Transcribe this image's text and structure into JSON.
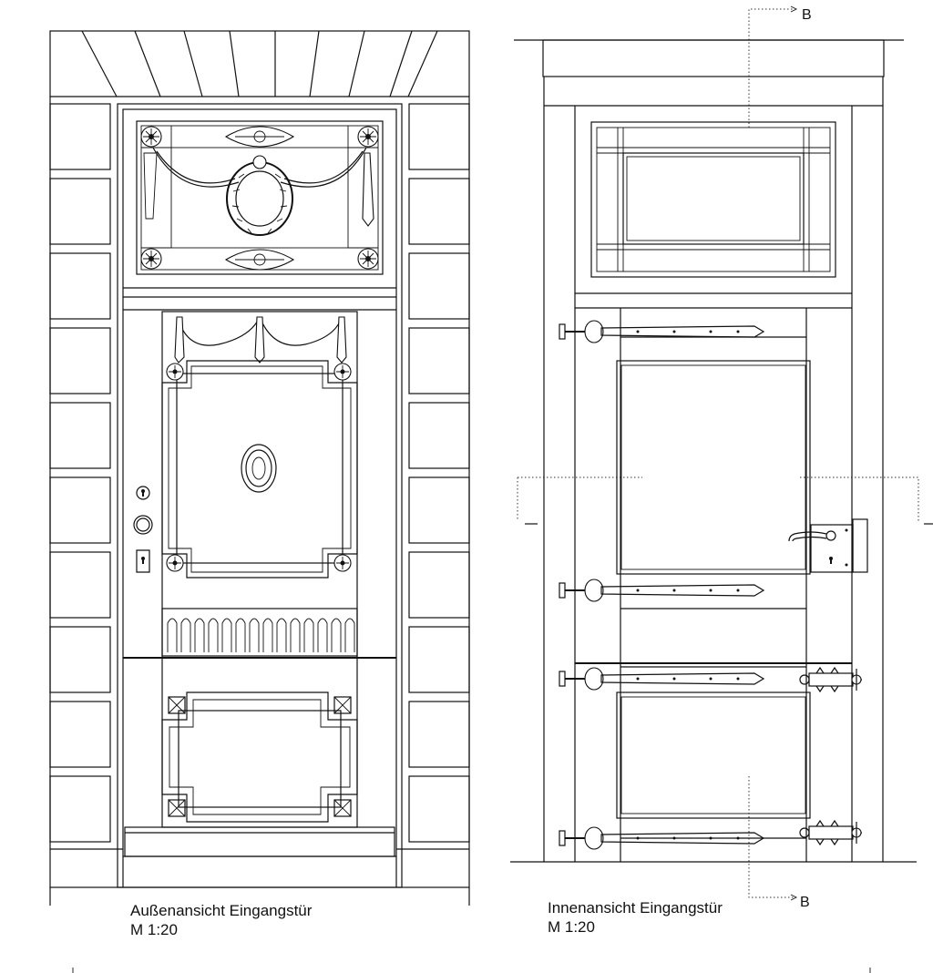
{
  "left_view": {
    "title": "Außenansicht Eingangstür",
    "scale": "M 1:20"
  },
  "right_view": {
    "title": "Innenansicht Eingangstür",
    "scale": "M 1:20"
  },
  "section_marks": {
    "top": "B",
    "bottom": "B"
  },
  "colors": {
    "line": "#111111",
    "background": "#ffffff"
  }
}
